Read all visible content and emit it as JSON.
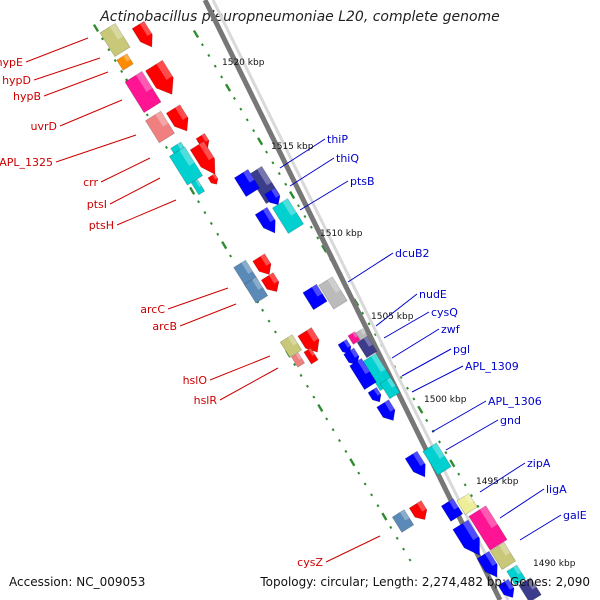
{
  "title": "Actinobacillus pleuropneumoniae L20, complete genome",
  "footer": {
    "accession": "Accession: NC_009053",
    "topology": "Topology: circular; Length: 2,274,482 bp; Genes: 2,090"
  },
  "colors": {
    "red": "#ff0000",
    "blue": "#0000ff",
    "olive": "#c8c878",
    "orange": "#ff8c00",
    "magenta": "#ff1493",
    "pink": "#f08080",
    "cyan": "#00d0d0",
    "slate": "#5a8ab8",
    "gray": "#bbbbbb",
    "purple": "#3c3c8c",
    "green": "#339933",
    "yellow": "#eeee99",
    "label_red": "#cc0000",
    "label_blue": "#0000cc"
  },
  "scale_labels": [
    "1520 kbp",
    "1515 kbp",
    "1510 kbp",
    "1505 kbp",
    "1500 kbp",
    "1495 kbp",
    "1490 kbp"
  ],
  "left_genes": [
    "hypE",
    "hypD",
    "hypB",
    "uvrD",
    "APL_1325",
    "crr",
    "ptsI",
    "ptsH",
    "arcC",
    "arcB",
    "hslO",
    "hslR",
    "cysZ"
  ],
  "right_genes": [
    "thiP",
    "thiQ",
    "ptsB",
    "dcuB2",
    "nudE",
    "cysQ",
    "zwf",
    "pgl",
    "APL_1309",
    "APL_1306",
    "gnd",
    "zipA",
    "ligA",
    "galE"
  ]
}
